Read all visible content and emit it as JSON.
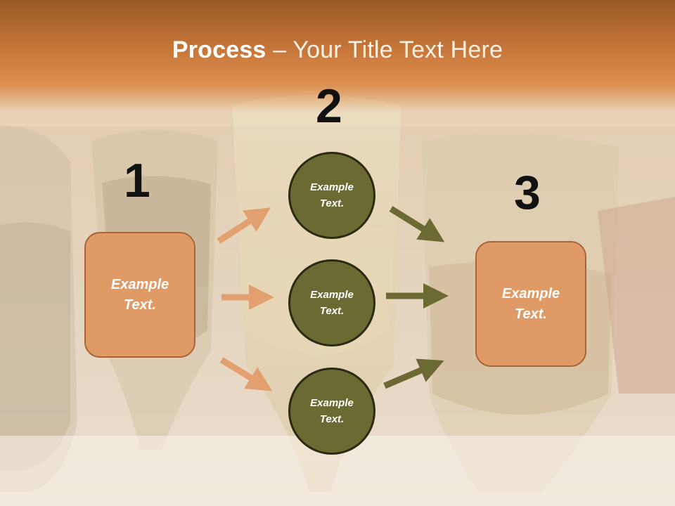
{
  "title": {
    "bold": "Process",
    "rest": " – Your Title Text Here"
  },
  "steps": [
    {
      "number": "1",
      "label": "Example Text."
    },
    {
      "number": "2",
      "labels": [
        "Example Text.",
        "Example Text.",
        "Example Text."
      ]
    },
    {
      "number": "3",
      "label": "Example Text."
    }
  ],
  "colors": {
    "header": "#c7773a",
    "box": "#e09a66",
    "circle": "#6b6a32",
    "arrow_left": "#e2a070",
    "arrow_right": "#6b6a32"
  }
}
